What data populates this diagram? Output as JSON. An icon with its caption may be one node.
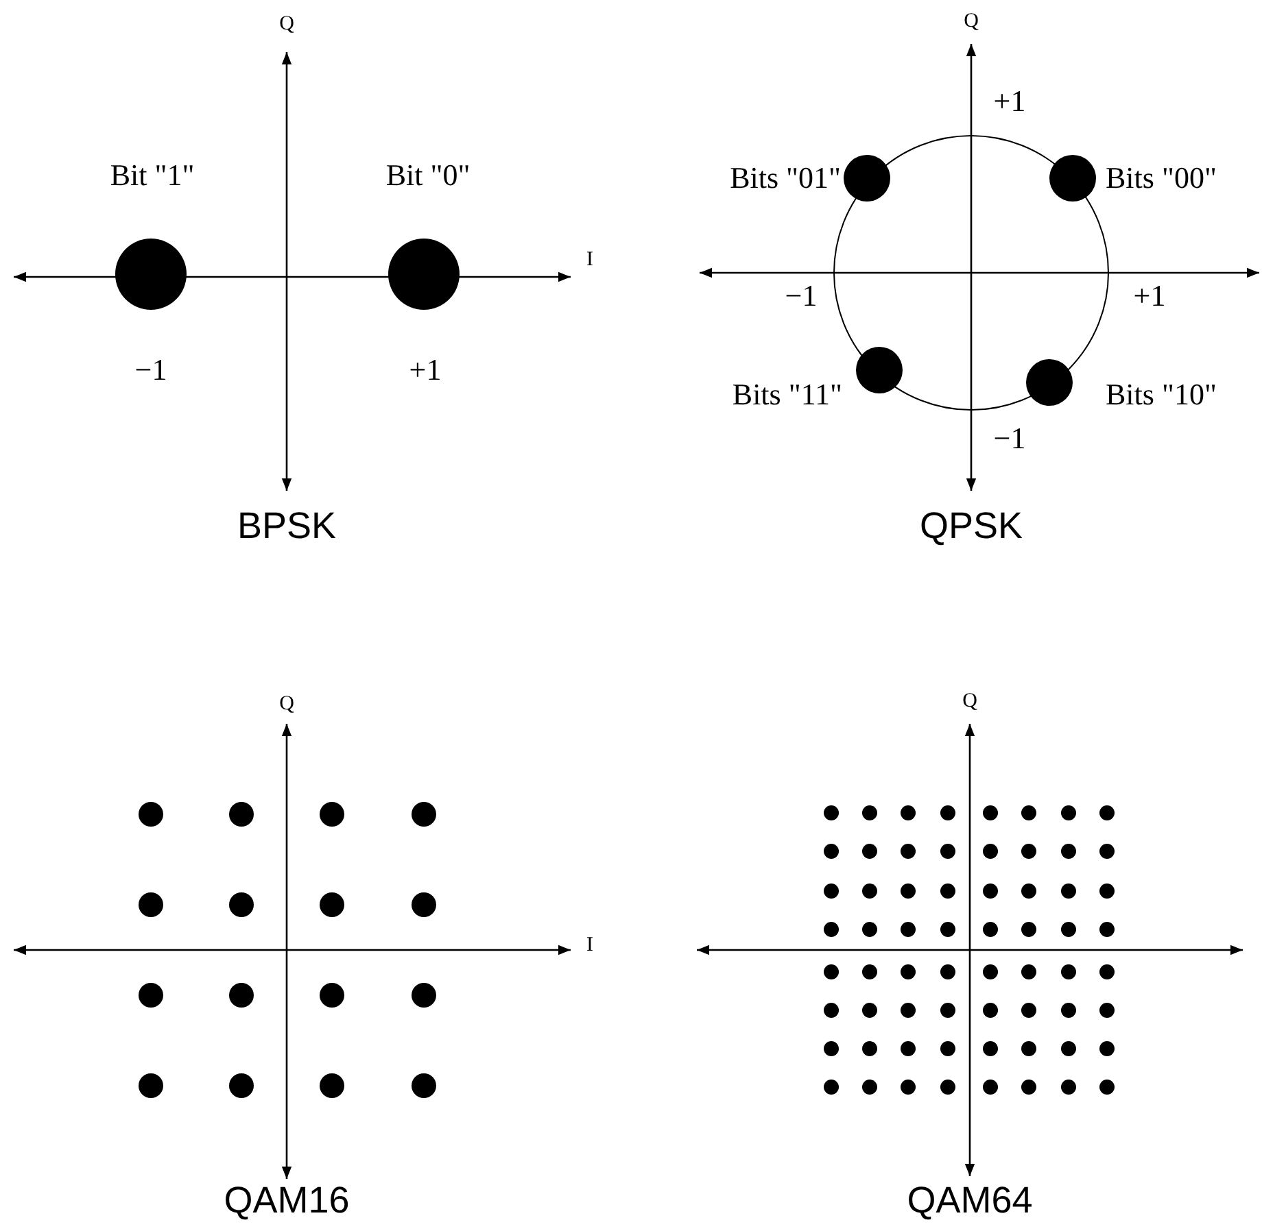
{
  "diagram": {
    "labels": [
      "Q",
      "Bit \"1\"",
      "Bit \"0\"",
      "I",
      "−1",
      "+1",
      "BPSK",
      "Q",
      "+1",
      "Bits \"01\"",
      "Bits \"00\"",
      "−1",
      "+1",
      "Bits \"11\"",
      "Bits \"10\"",
      "−1",
      "QPSK",
      "Q",
      "I",
      "QAM16",
      "Q",
      "QAM64"
    ]
  }
}
